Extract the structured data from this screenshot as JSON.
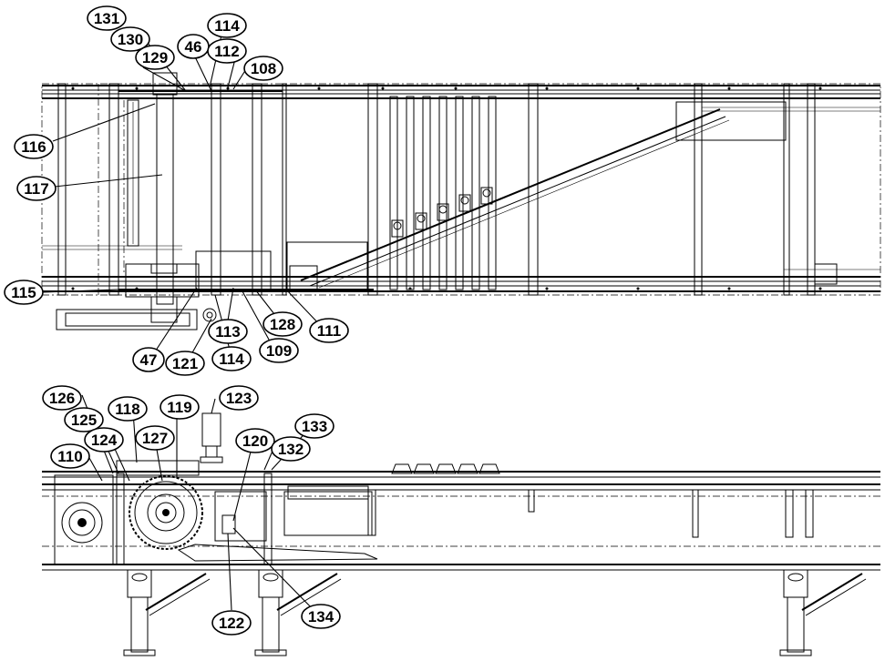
{
  "callouts": {
    "c131": "131",
    "c130": "130",
    "c129": "129",
    "c46": "46",
    "c114a": "114",
    "c112": "112",
    "c108": "108",
    "c116": "116",
    "c117": "117",
    "c115": "115",
    "c47": "47",
    "c121": "121",
    "c113": "113",
    "c114b": "114",
    "c109": "109",
    "c128": "128",
    "c111": "111",
    "c126": "126",
    "c125": "125",
    "c118": "118",
    "c119": "119",
    "c123": "123",
    "c110": "110",
    "c124": "124",
    "c127": "127",
    "c120": "120",
    "c132": "132",
    "c133": "133",
    "c122": "122",
    "c134": "134"
  },
  "views": [
    "plan-view",
    "side-elevation"
  ]
}
